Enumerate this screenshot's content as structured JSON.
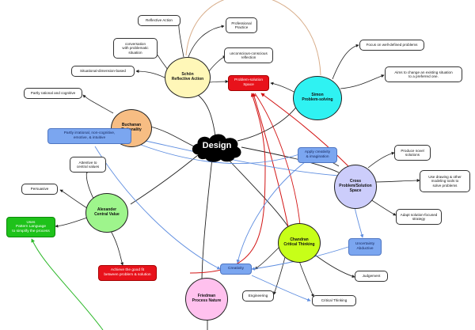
{
  "center": {
    "label": "Design"
  },
  "topics": {
    "schon": {
      "label": "Schön\nReflective Action",
      "color": "#fff7b8"
    },
    "simon": {
      "label": "Simon\nProblem-solving",
      "color": "#2ff2f2"
    },
    "buchanan": {
      "label": "Buchanan\nRationality",
      "color": "#f7bd83"
    },
    "alexander": {
      "label": "Alexander\nCentral Value",
      "color": "#9ef58c"
    },
    "cross": {
      "label": "Cross\nProblem/Solution\nSpace",
      "color": "#cccdfb"
    },
    "chandran": {
      "label": "Chandran\nCritical Thinking",
      "color": "#c7ff18"
    },
    "friedman": {
      "label": "Friedman\nProcess Nature",
      "color": "#ffc1ee"
    }
  },
  "leaves": {
    "reflective_action": "Reflective Action",
    "professional_practice": "Professional\nPractice",
    "conversation": "conversation\nwith problematic\nsituation",
    "situational": "Situational-dimension-based",
    "unconscious": "unconscious-conscious\nreflection",
    "well_defined": "Focus on well-defined problems",
    "aims_change": "Aims to change an existing situation\nto a preferred one.",
    "partly_rational": "Partly rational and cognitive",
    "produce_novel": "Produce novel\nsolutions",
    "drawing_modeling": "Use drawing & other\nmodeling tools to\nsolve problems",
    "adapt_solution": "Adapt solution-focused\nstrategy",
    "attentive": "Attentive to\ncentral values",
    "persuasive": "Persuasive",
    "judgement": "Judgement",
    "engineering": "Engineering",
    "critical_thinking": "Critical Thinking"
  },
  "flags": {
    "problem_solution_space": "Problem-solution\nSpace",
    "partly_irrational": "Partly irrational, non-cognitive,\nemotive, & intuitive",
    "apply_creativity": "Apply creativity\n& imagination",
    "uses_pattern": "Uses\nPattern Language\nto simplify the process",
    "achieve_good_fit": "Achieve the good fit\nbetween problem & solution",
    "creativity": "Creativity",
    "uncertainty": "Uncertainty\nAbductive"
  },
  "colors": {
    "link": "#222222",
    "red_link": "#d21414",
    "blue_link": "#5f8ee0",
    "green_link": "#2db82a",
    "tan_link": "#d8ad8a",
    "flag_red": "#e8121b",
    "flag_green": "#1ec21a",
    "flag_blue": "#7ba6f0"
  }
}
